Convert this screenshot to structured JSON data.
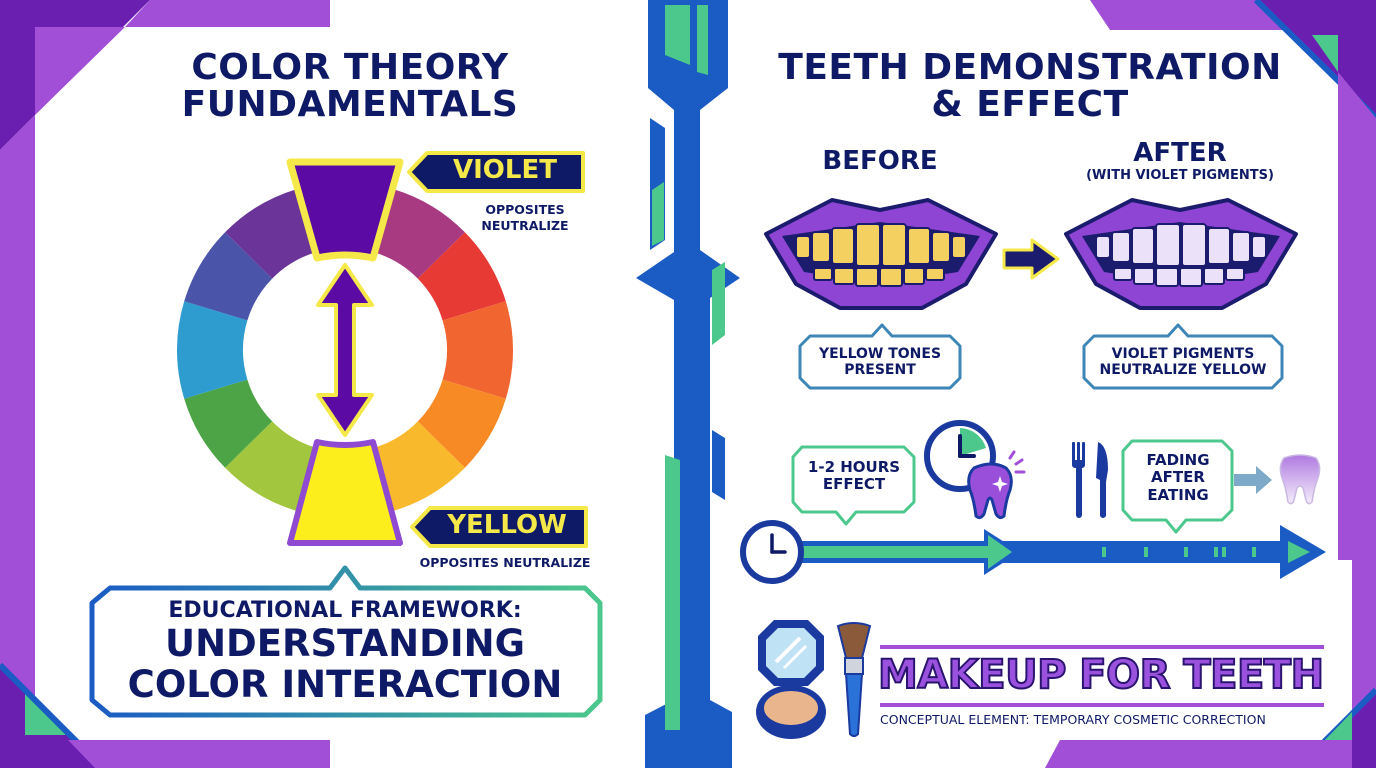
{
  "left_panel": {
    "title_line1": "COLOR THEORY",
    "title_line2": "FUNDAMENTALS",
    "violet_tag": "VIOLET",
    "violet_note_line1": "OPPOSITES",
    "violet_note_line2": "NEUTRALIZE",
    "yellow_tag": "YELLOW",
    "yellow_note": "OPPOSITES NEUTRALIZE",
    "framework_line1": "EDUCATIONAL FRAMEWORK:",
    "framework_line2": "UNDERSTANDING",
    "framework_line3": "COLOR INTERACTION",
    "color_wheel": {
      "segments": [
        "violet",
        "red-violet",
        "red",
        "red-orange",
        "orange",
        "yellow-orange",
        "yellow",
        "yellow-green",
        "green",
        "blue-green",
        "blue",
        "blue-violet"
      ],
      "highlighted": [
        "violet",
        "yellow"
      ]
    }
  },
  "right_panel": {
    "title_line1": "TEETH DEMONSTRATION",
    "title_line2": "& EFFECT",
    "before_label": "BEFORE",
    "after_label": "AFTER",
    "after_sublabel": "(WITH VIOLET PIGMENTS)",
    "before_bubble_line1": "YELLOW TONES",
    "before_bubble_line2": "PRESENT",
    "after_bubble_line1": "VIOLET PIGMENTS",
    "after_bubble_line2": "NEUTRALIZE YELLOW",
    "duration_line1": "1-2 HOURS",
    "duration_line2": "EFFECT",
    "fading_line1": "FADING",
    "fading_line2": "AFTER",
    "fading_line3": "EATING",
    "makeup_title": "MAKEUP FOR TEETH",
    "makeup_subtitle": "CONCEPTUAL ELEMENT: TEMPORARY COSMETIC CORRECTION"
  },
  "colors": {
    "navy": "#0f1a66",
    "violet": "#6a1fb0",
    "lavender": "#a24fd8",
    "blue": "#1a5bc4",
    "green": "#4cc88c",
    "yellow": "#f5e94a"
  }
}
